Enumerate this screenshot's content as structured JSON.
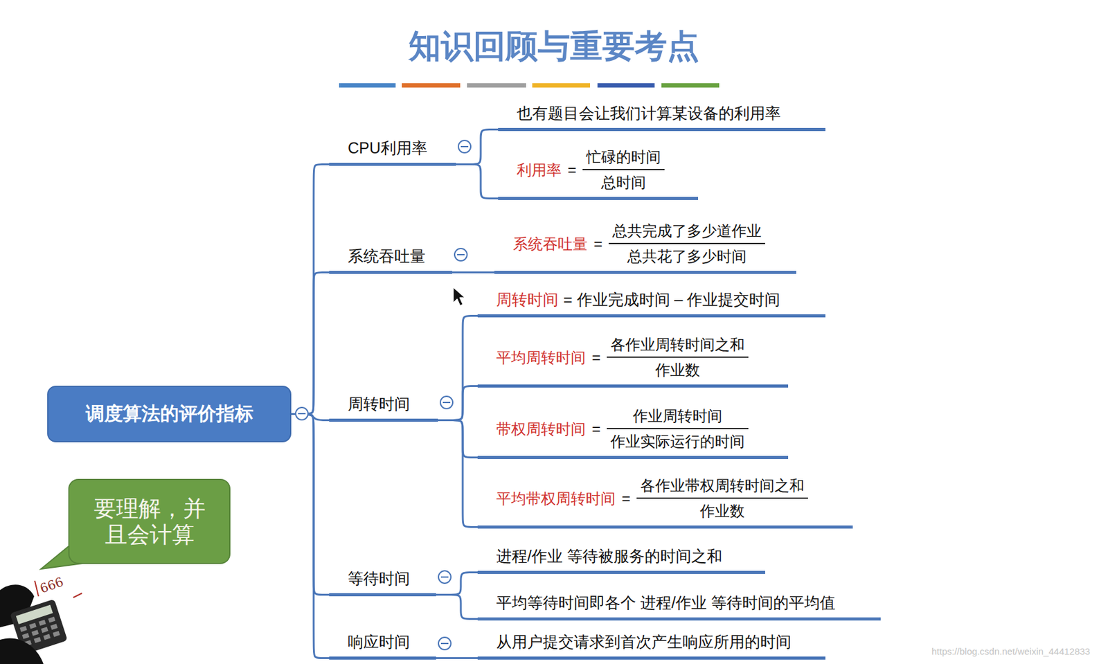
{
  "diagram": {
    "title": "知识回顾与重要考点",
    "nodes": [
      {
        "text": [
          "调度算法的评价指标"
        ]
      },
      {
        "text": [
          "CPU利用率"
        ]
      },
      {
        "text": [
          "也有题目会让我们计算某设备的利用率"
        ]
      },
      {
        "text": [
          "利用率",
          "=",
          "忙碌的时间",
          "总时间"
        ]
      },
      {
        "text": [
          "系统吞吐量"
        ]
      },
      {
        "text": [
          "系统吞吐量",
          "=",
          "总共完成了多少道作业",
          "总共花了多少时间"
        ]
      },
      {
        "text": [
          "周转时间"
        ]
      },
      {
        "text": [
          "周转时间",
          "= 作业完成时间 – 作业提交时间"
        ]
      },
      {
        "text": [
          "平均周转时间",
          "=",
          "各作业周转时间之和",
          "作业数"
        ]
      },
      {
        "text": [
          "带权周转时间",
          "=",
          "作业周转时间",
          "作业实际运行的时间"
        ]
      },
      {
        "text": [
          "平均带权周转时间",
          "=",
          "各作业带权周转时间之和",
          "作业数"
        ]
      },
      {
        "text": [
          "等待时间"
        ]
      },
      {
        "text": [
          "进程/作业 等待被服务的时间之和"
        ]
      },
      {
        "text": [
          "平均等待时间即各个 进程/作业 等待时间的平均值"
        ]
      },
      {
        "text": [
          "响应时间"
        ]
      },
      {
        "text": [
          "从用户提交请求到首次产生响应所用的时间"
        ]
      },
      {
        "text": [
          "要理解，并 且会计算"
        ]
      }
    ],
    "edges": [
      {
        "from": 0,
        "to": 1,
        "arrow": "none"
      },
      {
        "from": 0,
        "to": 4,
        "arrow": "none"
      },
      {
        "from": 0,
        "to": 6,
        "arrow": "none"
      },
      {
        "from": 0,
        "to": 11,
        "arrow": "none"
      },
      {
        "from": 0,
        "to": 14,
        "arrow": "none"
      },
      {
        "from": 1,
        "to": 2,
        "arrow": "none"
      },
      {
        "from": 1,
        "to": 3,
        "arrow": "none"
      },
      {
        "from": 4,
        "to": 5,
        "arrow": "none"
      },
      {
        "from": 6,
        "to": 7,
        "arrow": "none"
      },
      {
        "from": 6,
        "to": 8,
        "arrow": "none"
      },
      {
        "from": 6,
        "to": 9,
        "arrow": "none"
      },
      {
        "from": 6,
        "to": 10,
        "arrow": "none"
      },
      {
        "from": 11,
        "to": 12,
        "arrow": "none"
      },
      {
        "from": 11,
        "to": 13,
        "arrow": "none"
      },
      {
        "from": 14,
        "to": 15,
        "arrow": "none"
      }
    ],
    "labels": [
      "666",
      "https://blog.csdn.net/weixin_44412833"
    ]
  }
}
